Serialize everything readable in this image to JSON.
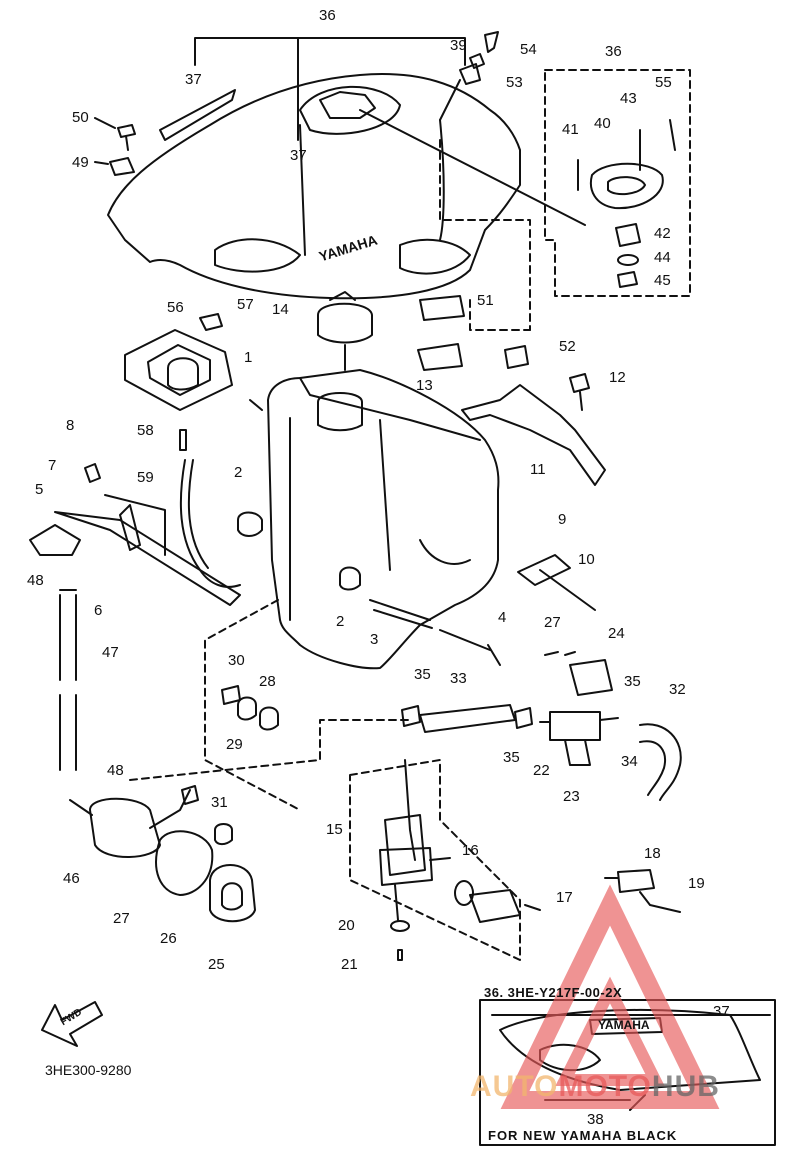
{
  "diagram": {
    "code": "3HE300-9280",
    "fwd_label": "FWD",
    "brand_text": "YAMAHA",
    "inset": {
      "title": "36. 3HE-Y217F-00-2X",
      "footer": "FOR NEW YAMAHA BLACK",
      "brand_text": "YAMAHA"
    },
    "watermark": {
      "parts": [
        "AUTO",
        "MOTO",
        "HUB"
      ],
      "colors": [
        "#f2b66e",
        "#e85a5a"
      ]
    },
    "part_labels": [
      "36",
      "37",
      "37",
      "50",
      "49",
      "39",
      "54",
      "53",
      "36",
      "55",
      "43",
      "40",
      "41",
      "42",
      "44",
      "45",
      "56",
      "57",
      "14",
      "51",
      "52",
      "12",
      "13",
      "11",
      "1",
      "58",
      "8",
      "7",
      "59",
      "5",
      "2",
      "9",
      "10",
      "48",
      "6",
      "2",
      "3",
      "4",
      "27",
      "24",
      "47",
      "30",
      "28",
      "29",
      "35",
      "33",
      "35",
      "32",
      "35",
      "22",
      "34",
      "23",
      "48",
      "31",
      "15",
      "16",
      "18",
      "19",
      "46",
      "27",
      "26",
      "17",
      "20",
      "21",
      "25",
      "37",
      "38"
    ]
  }
}
